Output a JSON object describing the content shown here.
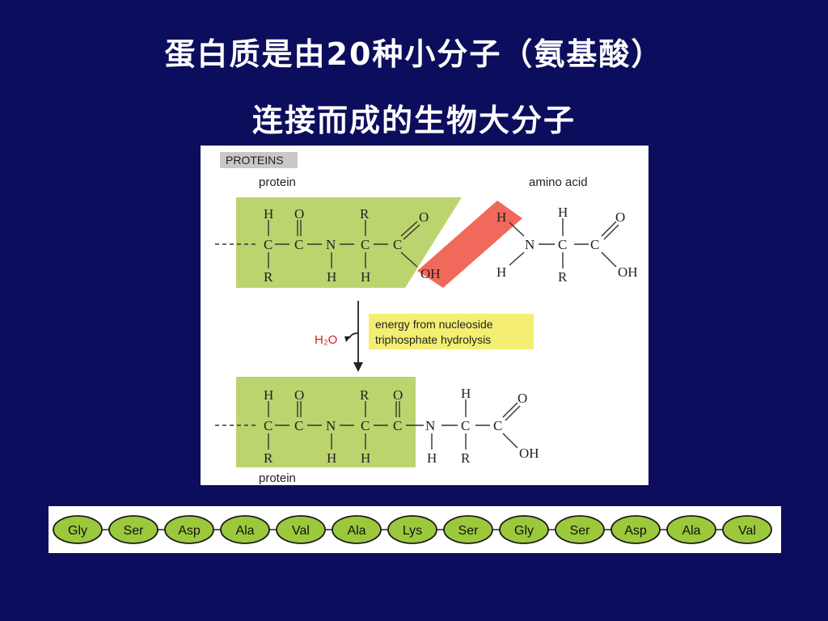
{
  "slide": {
    "title_line1": "蛋白质是由20种小分子（氨基酸）",
    "title_line2": "连接而成的生物大分子"
  },
  "diagram": {
    "header": "PROTEINS",
    "protein_label_top": "protein",
    "amino_acid_label": "amino acid",
    "protein_label_bottom": "protein",
    "energy_note_line1": "energy from nucleoside",
    "energy_note_line2": "triphosphate hydrolysis",
    "water_label": "H₂O",
    "hydroxyl_label": "OH",
    "leaving_h_label": "H"
  },
  "chain": {
    "residues": [
      "Gly",
      "Ser",
      "Asp",
      "Ala",
      "Val",
      "Ala",
      "Lys",
      "Ser",
      "Gly",
      "Ser",
      "Asp",
      "Ala",
      "Val"
    ]
  },
  "colors": {
    "background": "#0d0d5e",
    "protein_fill": "#bcd46e",
    "leaving_group": "#f0695a",
    "note_fill": "#f4ee72",
    "header_fill": "#c8c8c8",
    "bead_fill": "#9cc83c",
    "red_text": "#d02020"
  }
}
